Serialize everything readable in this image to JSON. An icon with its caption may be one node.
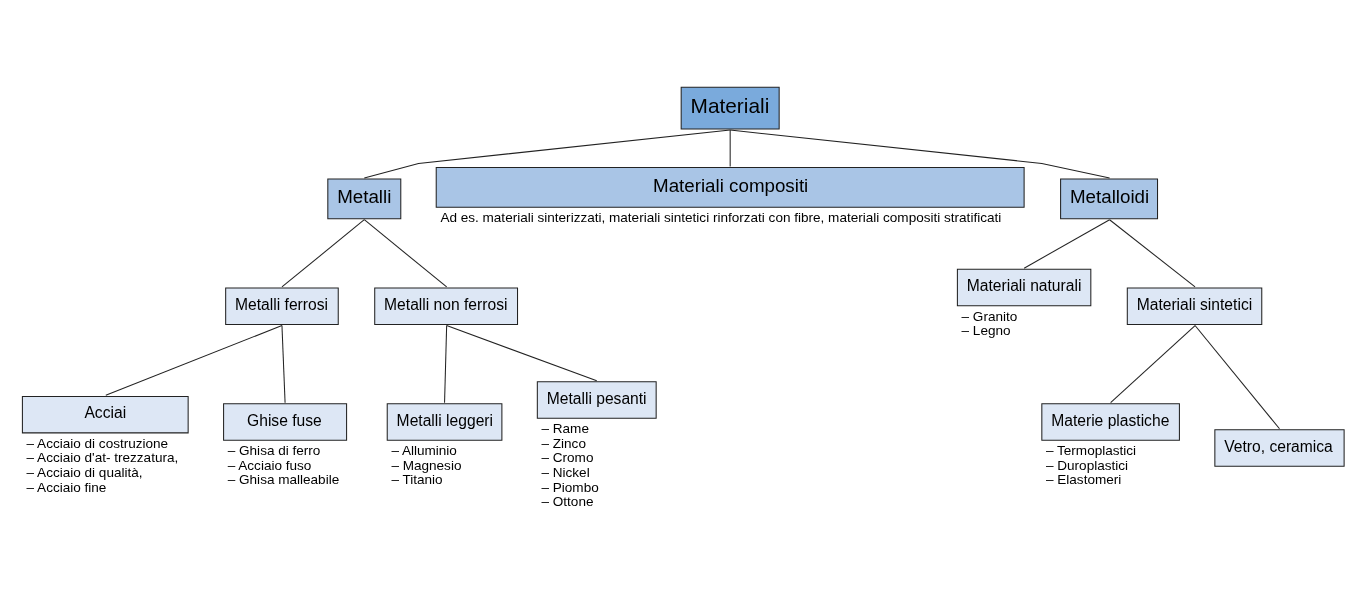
{
  "diagram": {
    "nodes": [
      {
        "text": [
          "Materiali"
        ]
      },
      {
        "text": [
          "Metalli"
        ]
      },
      {
        "text": [
          "Materiali compositi"
        ],
        "beside": [
          "Ad es. materiali sinterizzati, materiali sintetici rinforzati con fibre, materiali compositi stratificati"
        ]
      },
      {
        "text": [
          "Metalloidi"
        ]
      },
      {
        "text": [
          "Metalli ferrosi"
        ]
      },
      {
        "text": [
          "Metalli non ferrosi"
        ]
      },
      {
        "text": [
          "Materiali naturali"
        ],
        "beside": [
          "– Granito",
          "– Legno"
        ]
      },
      {
        "text": [
          "Materiali sintetici"
        ]
      },
      {
        "text": [
          "Acciai"
        ],
        "beside": [
          "– Acciaio di costruzione",
          "– Acciaio d'at- trezzatura,",
          "– Acciaio di qualità,",
          "– Acciaio fine"
        ]
      },
      {
        "text": [
          "Ghise fuse"
        ],
        "beside": [
          "– Ghisa di ferro",
          "– Acciaio fuso",
          "– Ghisa malleabile"
        ]
      },
      {
        "text": [
          "Metalli leggeri"
        ],
        "beside": [
          "– Alluminio",
          "– Magnesio",
          "– Titanio"
        ]
      },
      {
        "text": [
          "Metalli pesanti"
        ],
        "beside": [
          "– Rame",
          "– Zinco",
          "– Cromo",
          "– Nickel",
          "– Piombo",
          "– Ottone"
        ]
      },
      {
        "text": [
          "Materie plastiche"
        ],
        "beside": [
          "– Termoplastici",
          "– Duroplastici",
          "– Elastomeri"
        ]
      },
      {
        "text": [
          "Vetro, ceramica"
        ]
      }
    ],
    "edges": [
      {
        "from": 0,
        "to": 1,
        "arrow": "none"
      },
      {
        "from": 0,
        "to": 2,
        "arrow": "none"
      },
      {
        "from": 0,
        "to": 3,
        "arrow": "none"
      },
      {
        "from": 1,
        "to": 4,
        "arrow": "none"
      },
      {
        "from": 1,
        "to": 5,
        "arrow": "none"
      },
      {
        "from": 3,
        "to": 6,
        "arrow": "none"
      },
      {
        "from": 3,
        "to": 7,
        "arrow": "none"
      },
      {
        "from": 4,
        "to": 8,
        "arrow": "none"
      },
      {
        "from": 4,
        "to": 9,
        "arrow": "none"
      },
      {
        "from": 5,
        "to": 10,
        "arrow": "none"
      },
      {
        "from": 5,
        "to": 11,
        "arrow": "none"
      },
      {
        "from": 7,
        "to": 12,
        "arrow": "none"
      },
      {
        "from": 7,
        "to": 13,
        "arrow": "none"
      }
    ]
  }
}
